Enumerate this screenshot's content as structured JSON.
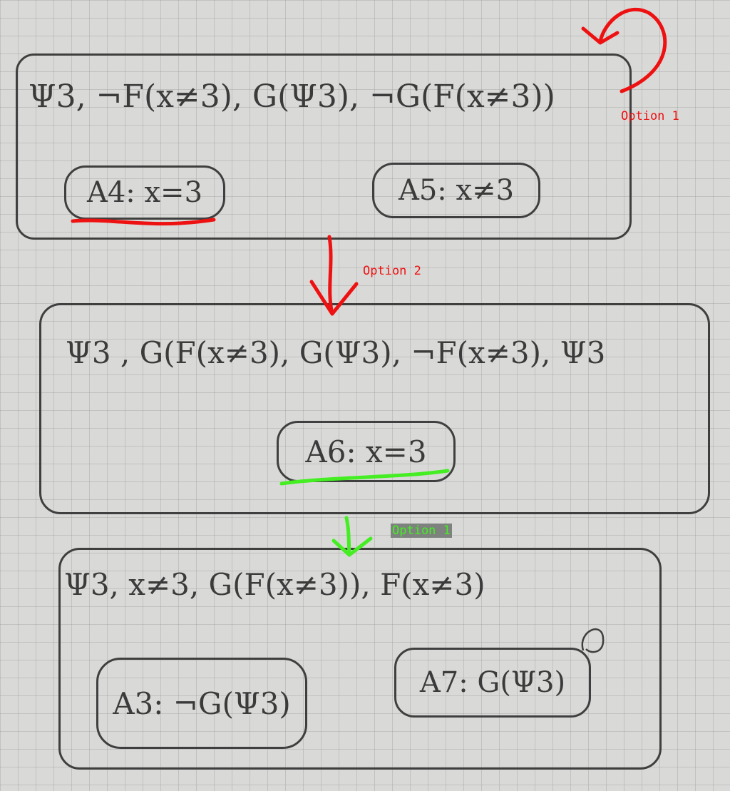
{
  "nodes": {
    "top": {
      "formula": "Ψ3, ¬F(x≠3), G(Ψ3), ¬G(F(x≠3))",
      "atoms": {
        "left": "A4: x=3",
        "right": "A5: x≠3"
      }
    },
    "middle": {
      "formula": "Ψ3 , G(F(x≠3), G(Ψ3), ¬F(x≠3), Ψ3",
      "atoms": {
        "center": "A6: x=3"
      }
    },
    "bottom": {
      "formula": "Ψ3, x≠3, G(F(x≠3)), F(x≠3)",
      "atoms": {
        "left": "A3: ¬G(Ψ3)",
        "right": "A7: G(Ψ3)"
      }
    }
  },
  "annotations": {
    "self_loop_label": "Option 1",
    "down_arrow_label": "Option 2",
    "green_arrow_label": "Option 1"
  },
  "colors": {
    "red": "#ee1111",
    "green": "#44ee22",
    "pencil": "#3f3f3f",
    "paper": "#d9d9d7"
  }
}
